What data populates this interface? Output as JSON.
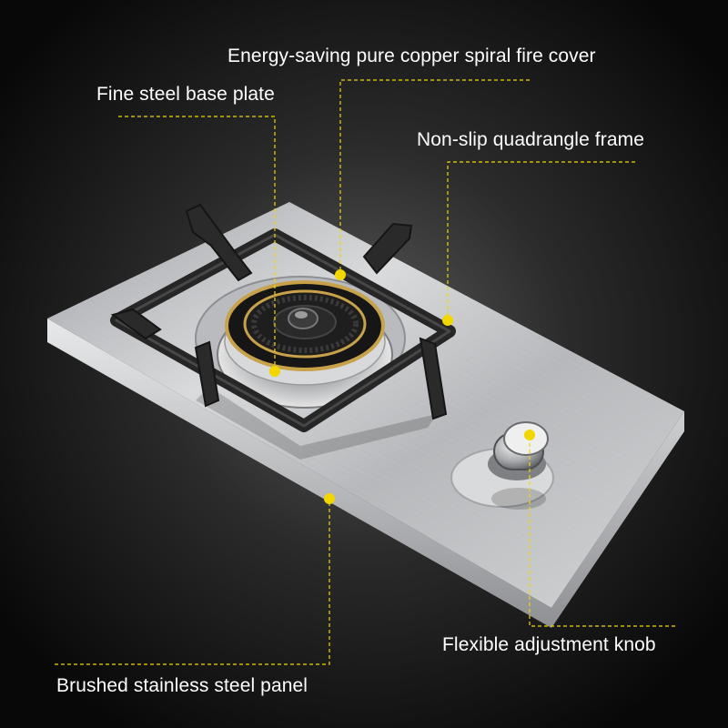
{
  "callouts": {
    "fire_cover": "Energy-saving pure copper spiral fire cover",
    "base_plate": "Fine steel base plate",
    "frame": "Non-slip quadrangle frame",
    "knob": "Flexible adjustment knob",
    "panel": "Brushed stainless steel panel"
  },
  "colors": {
    "background": "#0c0c0c",
    "callout_accent": "#f2d600",
    "label_text": "#ffffff",
    "steel": "#c9cacc",
    "grate": "#2b2b2b",
    "copper": "#c8a24a"
  }
}
